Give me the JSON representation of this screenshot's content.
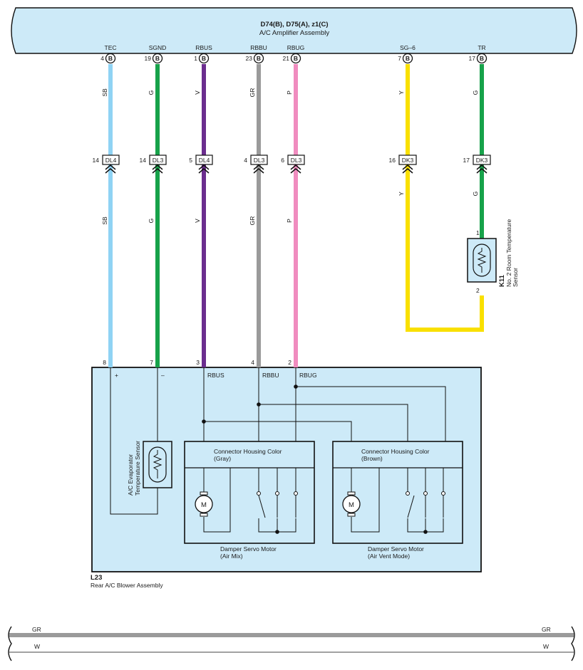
{
  "amplifier": {
    "connectors": "D74(B), D75(A), z1(C)",
    "name": "A/C Amplifier Assembly"
  },
  "wires": [
    {
      "signal": "TEC",
      "pin": "4",
      "pin_type": "B",
      "color_code": "SB",
      "color": "#8fd3f4",
      "junction_pin": "14",
      "junction": "DL4",
      "lower_code": "SB",
      "end_pin": "8"
    },
    {
      "signal": "SGND",
      "pin": "19",
      "pin_type": "B",
      "color_code": "G",
      "color": "#17a24a",
      "junction_pin": "14",
      "junction": "DL3",
      "lower_code": "G",
      "end_pin": "7"
    },
    {
      "signal": "RBUS",
      "pin": "1",
      "pin_type": "B",
      "color_code": "V",
      "color": "#6b2d8e",
      "junction_pin": "5",
      "junction": "DL4",
      "lower_code": "V",
      "end_pin": "3"
    },
    {
      "signal": "RBBU",
      "pin": "23",
      "pin_type": "B",
      "color_code": "GR",
      "color": "#9a9a9a",
      "junction_pin": "4",
      "junction": "DL3",
      "lower_code": "GR",
      "end_pin": "4"
    },
    {
      "signal": "RBUG",
      "pin": "21",
      "pin_type": "B",
      "color_code": "P",
      "color": "#f08cbf",
      "junction_pin": "6",
      "junction": "DL3",
      "lower_code": "P",
      "end_pin": "2"
    },
    {
      "signal": "SG–6",
      "pin": "7",
      "pin_type": "B",
      "color_code": "Y",
      "color": "#f9e000",
      "junction_pin": "16",
      "junction": "DK3",
      "lower_code": "Y",
      "end_pin": ""
    },
    {
      "signal": "TR",
      "pin": "17",
      "pin_type": "B",
      "color_code": "G",
      "color": "#17a24a",
      "junction_pin": "17",
      "junction": "DK3",
      "lower_code": "G",
      "end_pin": ""
    }
  ],
  "room_sensor": {
    "id": "K11",
    "name_line1": "No. 2 Room Temperature",
    "name_line2": "Sensor",
    "pin_top": "1",
    "pin_bottom": "2"
  },
  "blower": {
    "id": "L23",
    "name": "Rear A/C Blower Assembly",
    "label_plus": "+",
    "label_minus": "–",
    "label_rbus": "RBUS",
    "label_rbbu": "RBBU",
    "label_rbug": "RBUG",
    "evap_sensor_line1": "A/C Evaporator",
    "evap_sensor_line2": "Temperature Sensor",
    "motor_symbol": "M",
    "servo_left": {
      "housing_line1": "Connector Housing Color",
      "housing_line2": "(Gray)",
      "name_line1": "Damper Servo Motor",
      "name_line2": "(Air Mix)"
    },
    "servo_right": {
      "housing_line1": "Connector Housing Color",
      "housing_line2": "(Brown)",
      "name_line1": "Damper Servo Motor",
      "name_line2": "(Air Vent Mode)"
    }
  },
  "bus": {
    "top_code": "GR",
    "bottom_code": "W",
    "top_color": "#9a9a9a"
  },
  "colors": {
    "panel_fill": "#cdeaf8",
    "outline": "#111111"
  }
}
